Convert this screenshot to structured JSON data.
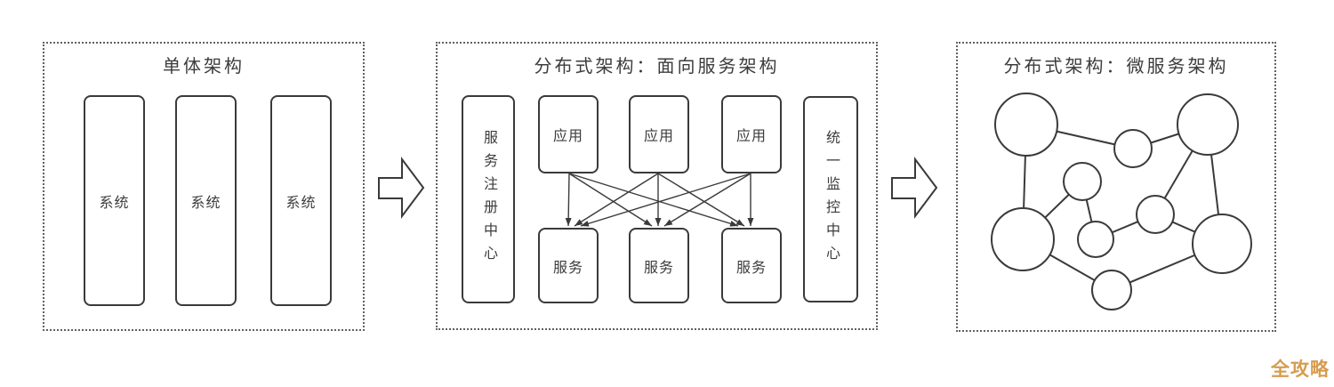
{
  "monolith": {
    "title": "单体架构",
    "systems": [
      "系统",
      "系统",
      "系统"
    ]
  },
  "soa": {
    "title": "分布式架构：面向服务架构",
    "registry_label": "服务注册中心",
    "monitor_label": "统一监控中心",
    "apps": [
      "应用",
      "应用",
      "应用"
    ],
    "services": [
      "服务",
      "服务",
      "服务"
    ]
  },
  "micro": {
    "title": "分布式架构：微服务架构",
    "node_count": 9,
    "link_count": 11
  },
  "watermark": {
    "text": "全攻略",
    "color": "#D69C4F"
  },
  "colors": {
    "background": "#ffffff",
    "stroke": "#3a3a3a",
    "panel_border": "#616161",
    "text": "#3c3c3c"
  }
}
